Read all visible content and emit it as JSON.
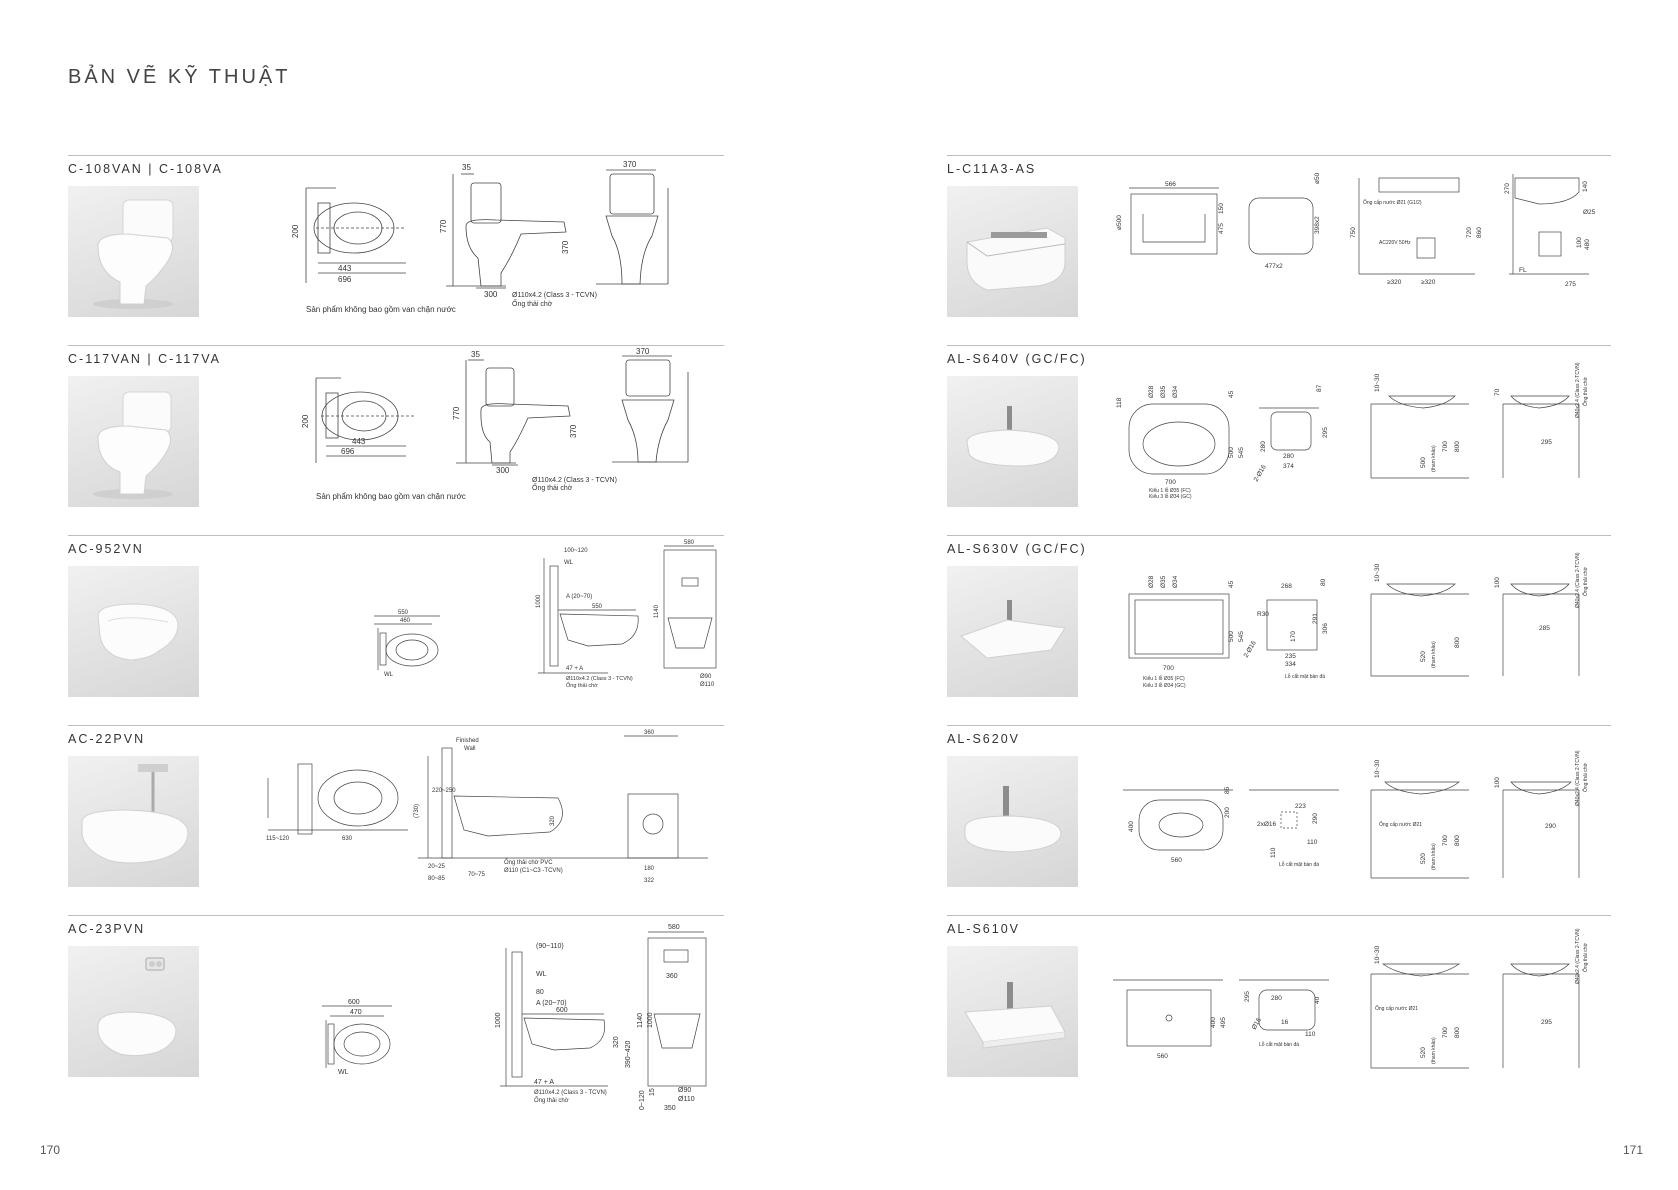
{
  "page_title": "BẢN VẼ KỸ THUẬT",
  "page_numbers": {
    "left": "170",
    "right": "171"
  },
  "left_column": [
    {
      "model": "C-108VAN   |   C-108VA",
      "note": "Sản phẩm không bao gồm van chặn nước",
      "dims": {
        "tank_offset": "35",
        "width": "370",
        "height": "770",
        "seat_h": "370",
        "outlet": "300",
        "depth1": "443",
        "depth2": "696",
        "side": "200",
        "pipe": "Ø110x4.2 (Class 3 - TCVN)",
        "pipe_label": "Ống thải chờ"
      }
    },
    {
      "model": "C-117VAN   |   C-117VA",
      "note": "Sản phẩm không bao gồm van chặn nước",
      "dims": {
        "tank_offset": "35",
        "width": "370",
        "height": "770",
        "seat_h": "370",
        "outlet": "300",
        "depth1": "443",
        "depth2": "696",
        "side": "200",
        "pipe": "Ø110x4.2 (Class 3 - TCVN)",
        "pipe_label": "Ống thải chờ"
      }
    },
    {
      "model": "AC-952VN",
      "note": "",
      "dims": {
        "w1": "550",
        "w2": "460",
        "frame_w": "580",
        "top": "100~120",
        "wl": "WL",
        "a": "A (20~70)",
        "seat_w": "550",
        "h1": "1000",
        "h2": "1140",
        "pipe": "Ø110x4.2 (Class 3 - TCVN)",
        "pipe_label": "Ống thải chờ",
        "d1": "Ø90",
        "d2": "Ø110",
        "a_plus": "47 + A"
      }
    },
    {
      "model": "AC-22PVN",
      "note": "",
      "dims": {
        "finished": "Finished",
        "wall": "Wall",
        "w": "360",
        "len": "630",
        "off": "115~120",
        "h": "(730)",
        "seat": "320",
        "gap": "220~250",
        "pipe": "Ống thải chờ PVC",
        "pipe2": "Ø110 (C1~C3 -TCVN)",
        "d1": "20~25",
        "d2": "80~85",
        "d3": "70~75",
        "b": "322",
        "c": "180"
      }
    },
    {
      "model": "AC-23PVN",
      "note": "",
      "dims": {
        "w1": "600",
        "w2": "470",
        "frame_w": "580",
        "top": "(90~110)",
        "wl": "WL",
        "e": "80",
        "a": "A (20~70)",
        "seat_w": "600",
        "h1": "1000",
        "h2": "1140",
        "h3": "1000",
        "seat_h": "320",
        "r": "390~420",
        "pipe": "Ø110x4.2 (Class 3 - TCVN)",
        "pipe_label": "Ống thải chờ",
        "a_plus": "47 + A",
        "d1": "Ø90",
        "d2": "Ø110",
        "c": "360",
        "b": "350",
        "low": "0~120",
        "x": "15"
      }
    }
  ],
  "right_column": [
    {
      "model": "L-C11A3-AS",
      "note": "",
      "dims": {
        "w": "566",
        "h1": "475",
        "h2": "150",
        "d": "ø500",
        "in": "477x2",
        "r": "398x2",
        "p": "ø50",
        "feed": "Ống cấp nước Ø21 (G1/2)",
        "power": "AC220V 50Hz",
        "h3": "750",
        "h4": "720",
        "h5": "860",
        "s1": "≥320",
        "s2": "≥320",
        "t1": "270",
        "t2": "140",
        "t3": "Ø25",
        "t4": "100",
        "t5": "480",
        "fl": "FL",
        "t6": "275"
      }
    },
    {
      "model": "AL-S640V (GC/FC)",
      "note": "",
      "dims": {
        "w": "700",
        "h1": "500",
        "h2": "545",
        "a": "118",
        "b": "45",
        "c": "Ø28",
        "d": "Ø35",
        "e": "Ø34",
        "types": "Kiểu 1 lỗ Ø35 (FC)",
        "types2": "Kiểu 3 lỗ Ø34 (GC)",
        "cut1": "280",
        "cut2": "280",
        "cut3": "374",
        "cut4": "295",
        "cut5": "87",
        "cut6": "2-Ø16",
        "v1": "10~30",
        "v2": "500",
        "v3": "700",
        "v4": "800",
        "v5": "(tham khảo)",
        "s1": "295",
        "s2": "Ø40x2.4 (Class 2-TCVN)",
        "s3": "Ống thải chờ",
        "s4": "70"
      }
    },
    {
      "model": "AL-S630V (GC/FC)",
      "note": "",
      "dims": {
        "w": "700",
        "h1": "500",
        "h2": "545",
        "b": "45",
        "c": "Ø28",
        "d": "Ø35",
        "e": "Ø34",
        "types": "Kiểu 1 lỗ Ø35 (FC)",
        "types2": "Kiểu 3 lỗ Ø34 (GC)",
        "r": "R30",
        "cut1": "268",
        "cut2": "80",
        "cut3": "291",
        "cut4": "306",
        "cut5": "170",
        "cut6": "235",
        "cut7": "334",
        "cut8": "2-Ø16",
        "cut_label": "Lỗ cắt mặt bàn đá",
        "v1": "10~30",
        "v2": "520",
        "v3": "800",
        "v5": "(tham khảo)",
        "s1": "285",
        "s2": "Ø40x2.4 (Class 2-TCVN)",
        "s3": "Ống thải chờ",
        "s4": "100"
      }
    },
    {
      "model": "AL-S620V",
      "note": "",
      "dims": {
        "w": "560",
        "h1": "400",
        "h2": "200",
        "h3": "85",
        "cut1": "223",
        "cut2": "290",
        "cut3": "110",
        "cut4": "2xØ16",
        "cut5": "110",
        "cut_label": "Lỗ cắt mặt bàn đá",
        "v1": "10~30",
        "v2": "520",
        "v3": "700",
        "v4": "800",
        "v5": "(tham khảo)",
        "feed": "Ống cấp nước Ø21",
        "s1": "290",
        "s2": "Ø40x2.4 (Class 2-TCVN)",
        "s3": "Ống thải chờ",
        "s4": "100"
      }
    },
    {
      "model": "AL-S610V",
      "note": "",
      "dims": {
        "w": "560",
        "h1": "400",
        "h2": "495",
        "cut1": "280",
        "cut2": "40",
        "cut3": "16",
        "cut4": "Ø16",
        "cut5": "295",
        "cut6": "110",
        "cut_label": "Lỗ cắt mặt bàn đá",
        "v1": "10~30",
        "v2": "520",
        "v3": "700",
        "v4": "800",
        "v5": "(tham khảo)",
        "feed": "Ống cấp nước Ø21",
        "s1": "295",
        "s2": "Ø40x2.4 (Class 2-TCVN)",
        "s3": "Ống thải chờ",
        "s4": "100"
      }
    }
  ]
}
